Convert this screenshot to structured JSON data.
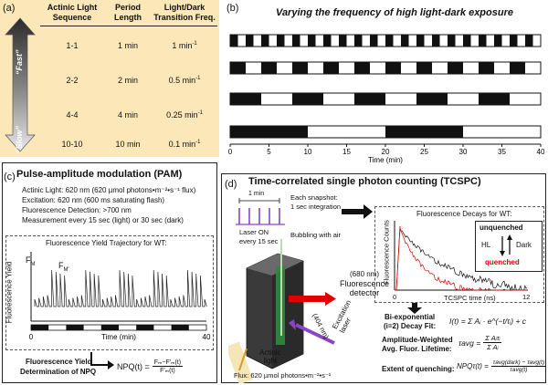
{
  "panel_a": {
    "label": "(a)",
    "headers": [
      "Actinic Light Sequence",
      "Period Length",
      "Light/Dark Transition Freq."
    ],
    "header_lines": [
      [
        "Actinic Light",
        "Sequence"
      ],
      [
        "Period",
        "Length"
      ],
      [
        "Light/Dark",
        "Transition Freq."
      ]
    ],
    "rows": [
      {
        "seq": "1-1",
        "period": "1 min",
        "freq": "1 min",
        "sup": "-1"
      },
      {
        "seq": "2-2",
        "period": "2 min",
        "freq": "0.5 min",
        "sup": "-1"
      },
      {
        "seq": "4-4",
        "period": "4 min",
        "freq": "0.25 min",
        "sup": "-1"
      },
      {
        "seq": "10-10",
        "period": "10 min",
        "freq": "0.1 min",
        "sup": "-1"
      }
    ],
    "arrow_top": "“Fast”",
    "arrow_bottom": "“Slow”",
    "bg_color": "#fbe7b8"
  },
  "panel_b": {
    "label": "(b)",
    "title": "Varying the frequency of high light-dark exposure",
    "xlabel": "Time (min)",
    "ticks": [
      "0",
      "5",
      "10",
      "15",
      "20",
      "25",
      "30",
      "35",
      "40"
    ]
  },
  "chart_data": {
    "type": "bar",
    "title": "Varying the frequency of high light-dark exposure",
    "xlabel": "Time (min)",
    "xlim": [
      0,
      40
    ],
    "series": [
      {
        "period_min": 1
      },
      {
        "period_min": 2
      },
      {
        "period_min": 4
      },
      {
        "period_min": 10
      }
    ]
  },
  "panel_c": {
    "label": "(c)",
    "title": "Pulse-amplitude modulation (PAM)",
    "lines": [
      "Actinic Light: 620 nm (620 µmol photons•m⁻²•s⁻¹ flux)",
      "Excitation: 620 nm (600 ms saturating flash)",
      "Fluorescence Detection: >700 nm",
      "Measurement every 15 sec (light) or 30 sec (dark)"
    ],
    "plot_title": "Fluorescence Yield Trajectory for WT:",
    "ylabel": "Fluorescence Yield",
    "fm": "F",
    "fm_sub": "M",
    "fmp": "F",
    "fmp_sub": "M′",
    "xlabel": "Time (min)",
    "x0": "0",
    "x40": "40",
    "bottom_label_1": "Fluorescence Yield",
    "bottom_label_2": "Determination of NPQ",
    "npq_lhs": "NPQ(t) =",
    "npq_num": "Fₘ−F′ₘ(t)",
    "npq_den": "F′ₘ(t)"
  },
  "panel_d": {
    "label": "(d)",
    "title": "Time-correlated single photon counting (TCSPC)",
    "one_min": "1 min",
    "snapshot_1": "Each snapshot:",
    "snapshot_2": "1 sec integration",
    "laser_1": "Laser ON",
    "laser_2": "every 15 sec",
    "bubbling": "Bubbling with air",
    "detector_1": "(680 nm)",
    "detector_2": "Fluorescence",
    "detector_3": "detector",
    "wavelength_404": "(404 nm)",
    "excitation_1": "Excitation",
    "excitation_2": "laser",
    "actinic_1": "Actinic",
    "actinic_2": "light",
    "flux": "Flux: 620 µmol photons•m⁻²•s⁻¹",
    "decay_title": "Fluorescence Decays for WT:",
    "decay_ylabel": "Fluorescence Counts",
    "decay_x0": "0",
    "decay_x12": "12",
    "decay_xlabel": "TCSPC time (ns)",
    "unquenched": "unquenched",
    "quenched": "quenched",
    "hl": "HL",
    "dark": "Dark",
    "fit_1": "Bi-exponential",
    "fit_2": "(i=2) Decay Fit:",
    "fit_eq": "I(t) = Σ Aᵢ · e^(−t/τᵢ) + c",
    "amp_1": "Amplitude-Weighted",
    "amp_2": "Avg. Fluor. Lifetime:",
    "amp_eq_lhs": "τavg =",
    "amp_num": "Σ Aᵢτᵢ",
    "amp_den": "Σ Aᵢ",
    "extent": "Extent of quenching:",
    "extent_lhs": "NPQτ(t) =",
    "extent_num": "τavg(dark) − τavg(t)",
    "extent_den": "τavg(t)",
    "quench_color": "#e00000",
    "green": "#2e8b3a",
    "purple": "#8a44c8"
  }
}
